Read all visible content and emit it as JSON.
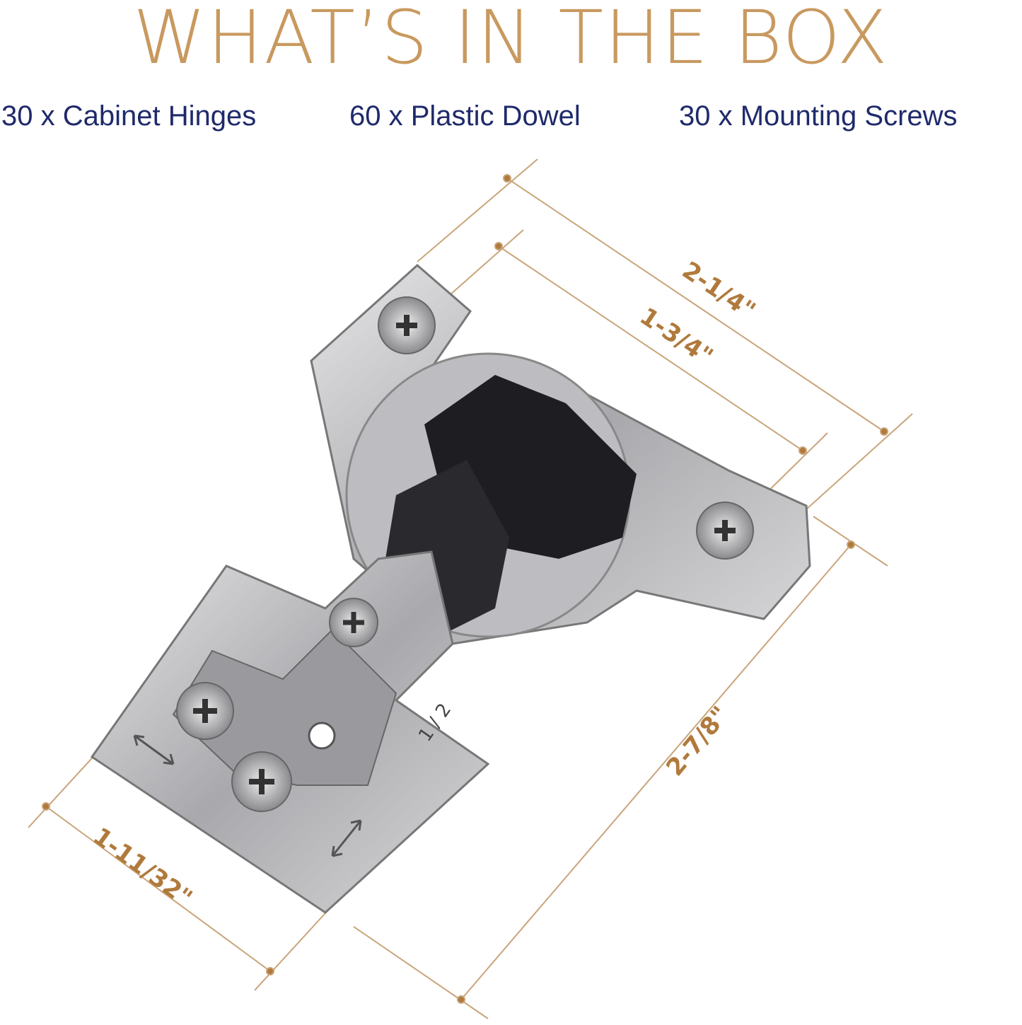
{
  "title": "WHAT’S IN THE BOX",
  "contents": [
    {
      "label": "30 x Cabinet Hinges"
    },
    {
      "label": "60 x Plastic Dowel"
    },
    {
      "label": "30 x Mounting Screws"
    }
  ],
  "dimensions": {
    "overall_length": "2-1/4\"",
    "screw_span": "1-3/4\"",
    "plate_length": "2-7/8\"",
    "plate_width": "1-11/32\""
  },
  "plate_marking": "1 / 2",
  "colors": {
    "title": "#c8995f",
    "contents_text": "#1f2a6b",
    "dimension": "#b07a3c",
    "metal": "#b8b8bc",
    "cup_cover": "#1e1e22"
  }
}
